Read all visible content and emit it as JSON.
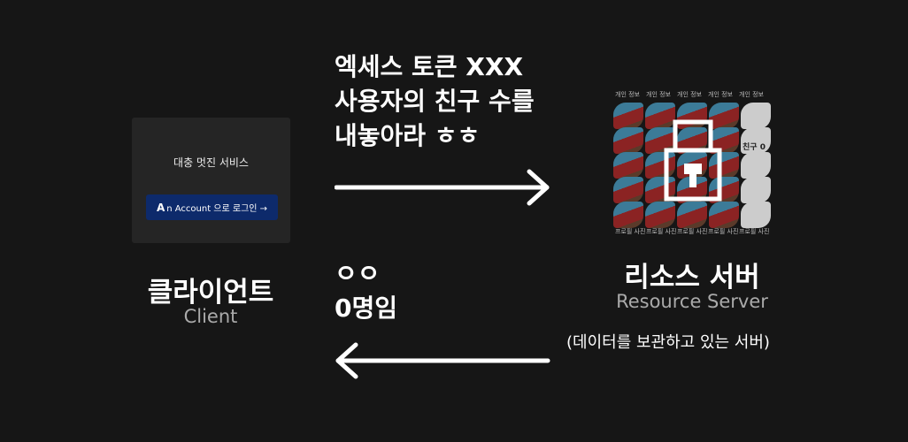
{
  "client": {
    "card_title": "대충 멋진 서비스",
    "login_logo": "A",
    "login_label": "n Account 으로 로그인 →",
    "name": "클라이언트",
    "name_en": "Client"
  },
  "request": {
    "lines": [
      "엑세스 토큰 XXX",
      "사용자의 친구 수를",
      "내놓아라 ㅎㅎ"
    ]
  },
  "response": {
    "lines": [
      "ㅇㅇ",
      "0명임"
    ]
  },
  "server": {
    "name": "리소스 서버",
    "name_en": "Resource Server",
    "description": "(데이터를 보관하고 있는 서버)",
    "image_labels": {
      "top": "개인 정보",
      "bottom": "프로필 사진",
      "side": "친구 0"
    },
    "icon": "lock-icon"
  },
  "colors": {
    "background": "#161616",
    "card": "#252525",
    "login_button": "#0d2a6b"
  }
}
